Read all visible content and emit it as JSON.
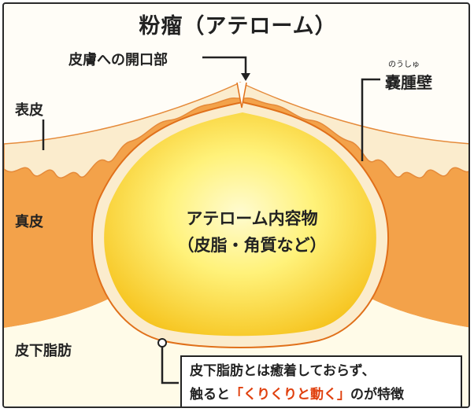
{
  "title": "粉瘤（アテローム）",
  "labels": {
    "opening": "皮膚への開口部",
    "wall_ruby": "のうしゅ",
    "wall": "嚢腫壁",
    "epidermis": "表皮",
    "dermis": "真皮",
    "subcutaneous_fat": "皮下脂肪",
    "content_line1": "アテローム内容物",
    "content_line2": "（皮脂・角質など）"
  },
  "note": {
    "line1": "皮下脂肪とは癒着しておらず、",
    "line2_prefix": "触ると",
    "line2_highlight": "「くりくりと動く」",
    "line2_suffix": "のが特徴"
  },
  "colors": {
    "dermis": "#f3a24a",
    "epidermis": "#fbeccd",
    "fat": "#fffbe8",
    "cyst_core": "#fff6a0",
    "cyst_edge": "#f7c928",
    "highlight": "#e0400e"
  }
}
